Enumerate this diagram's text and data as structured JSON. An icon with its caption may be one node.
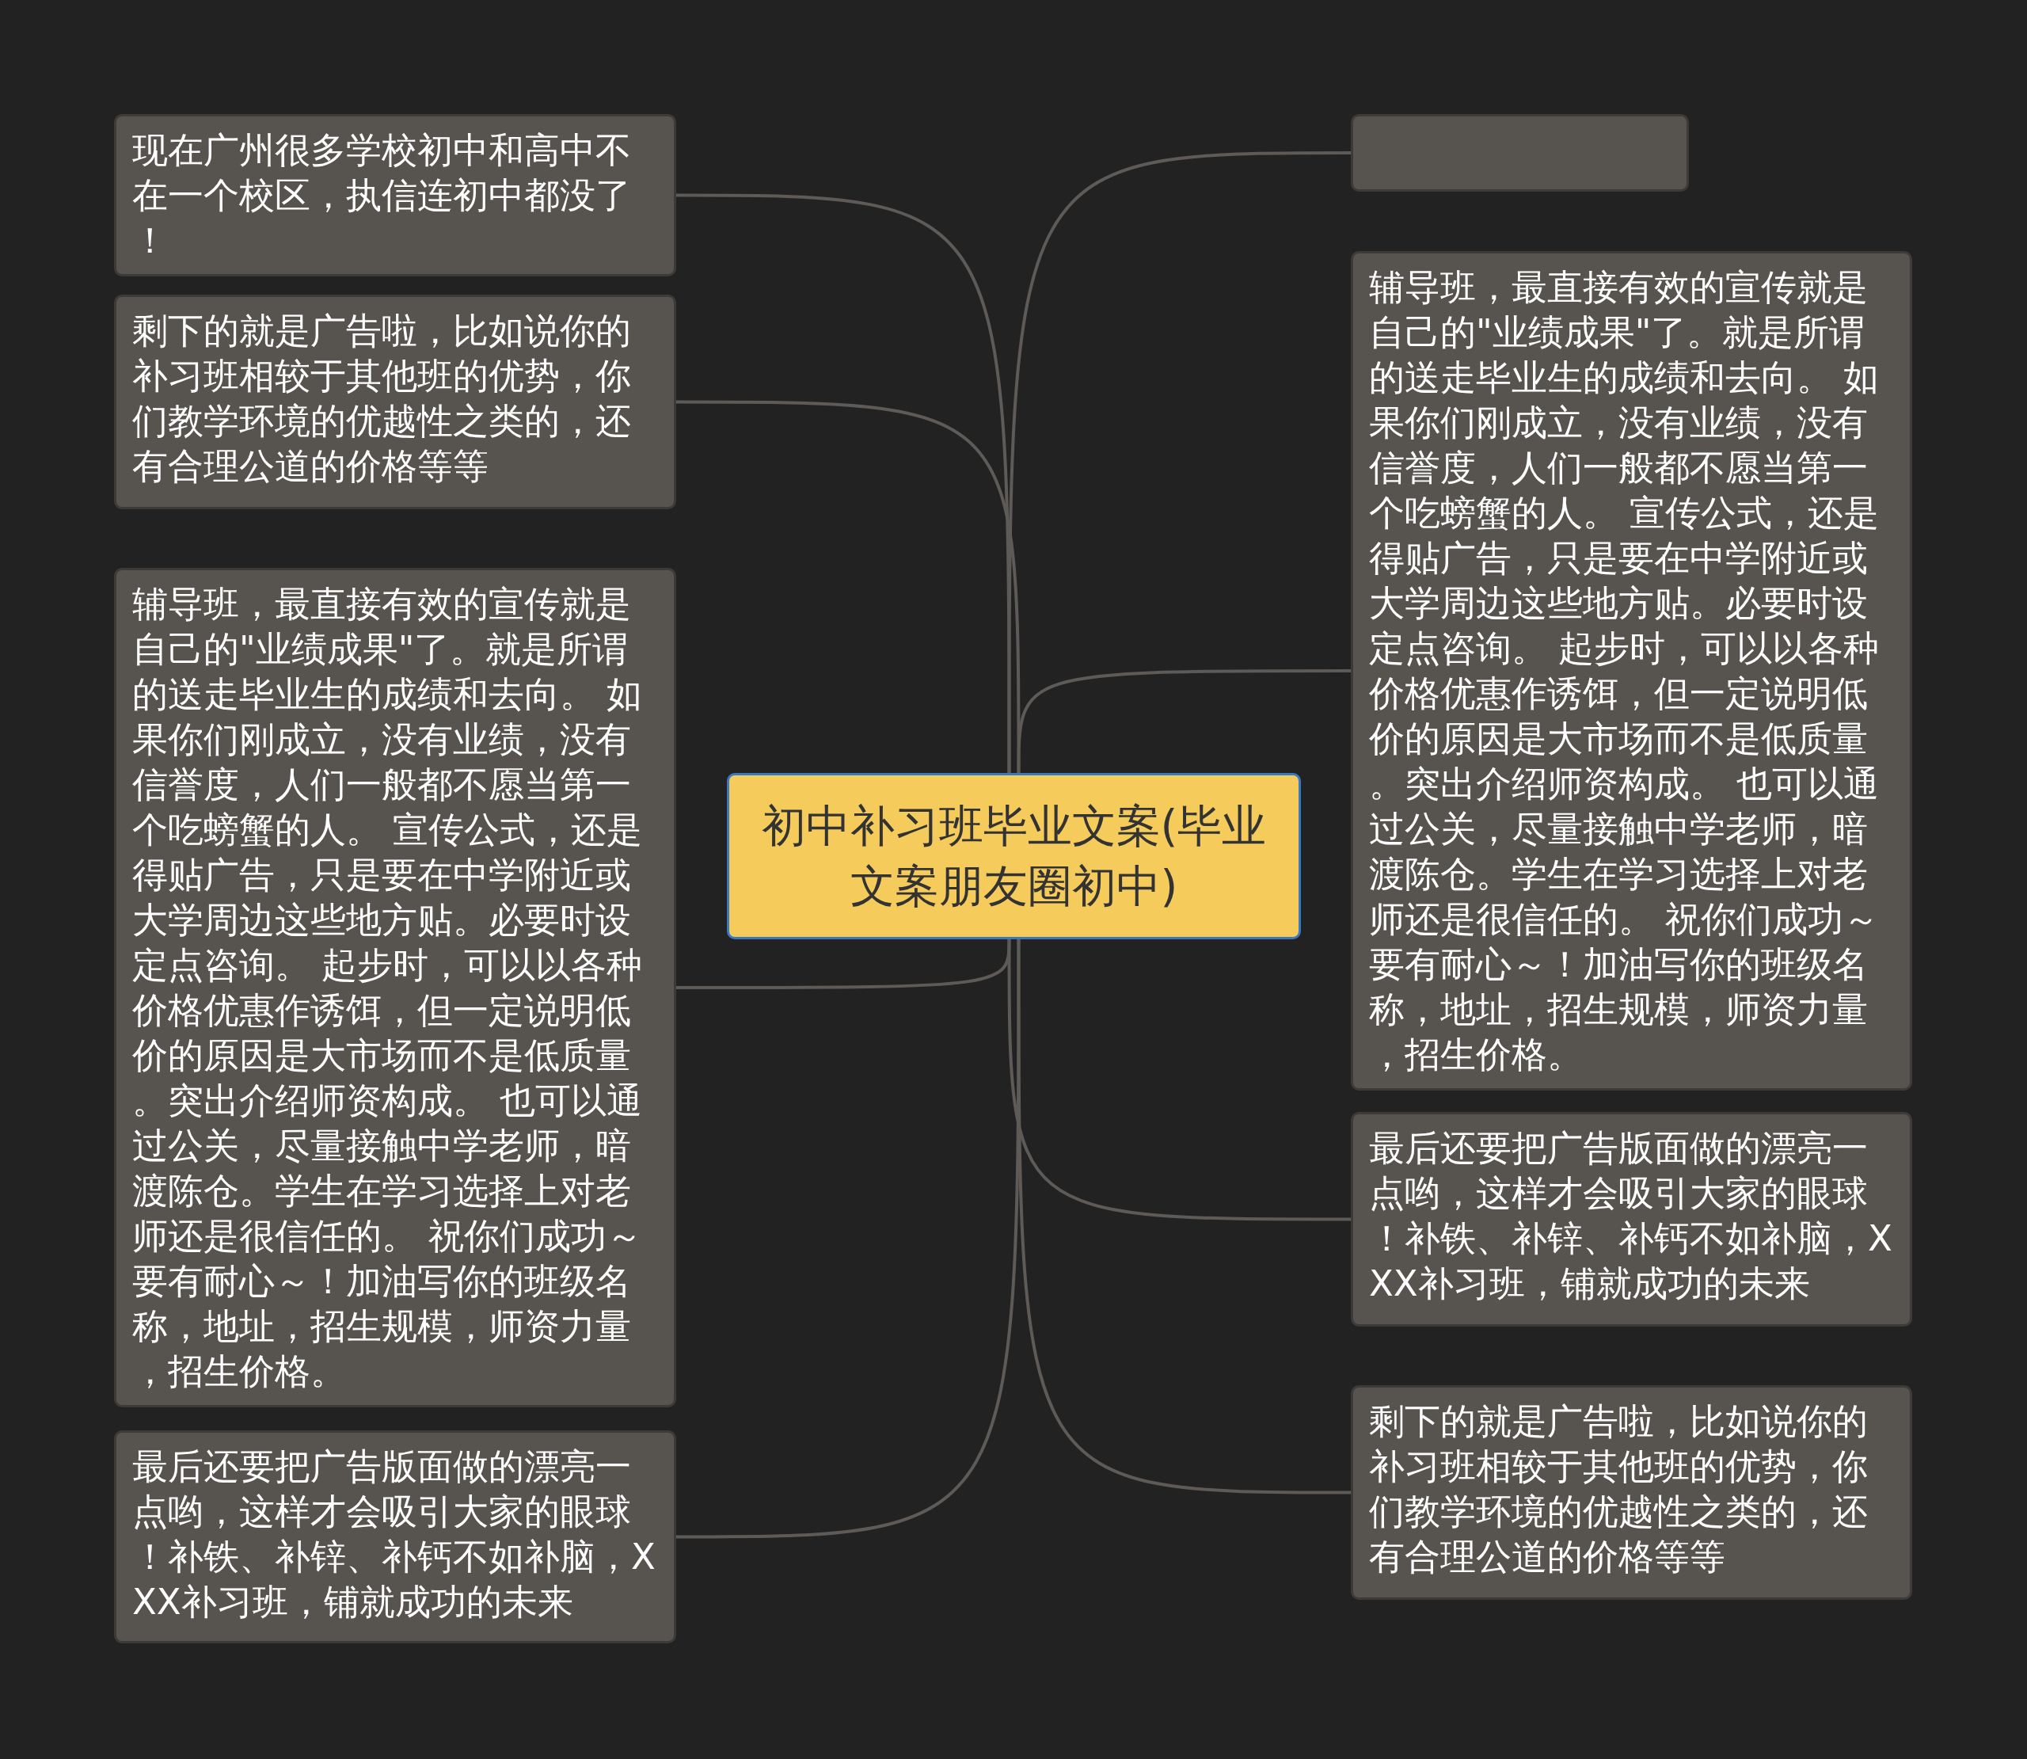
{
  "diagram": {
    "nodes": [
      {
        "text": [
          "初中补习班毕业文案(毕业文案朋友圈初中)"
        ]
      },
      {
        "text": [
          "现在广州很多学校初中和高中不在一个校区，执信连初中都没了！"
        ]
      },
      {
        "text": [
          "剩下的就是广告啦，比如说你的补习班相较于其他班的优势，你们教学环境的优越性之类的，还有合理公道的价格等等"
        ]
      },
      {
        "text": [
          "辅导班，最直接有效的宣传就是自己的\"业绩成果\"了。就是所谓的送走毕业生的成绩和去向。 如果你们刚成立，没有业绩，没有信誉度，人们一般都不愿当第一个吃螃蟹的人。 宣传公式，还是得贴广告，只是要在中学附近或大学周边这些地方贴。必要时设定点咨询。 起步时，可以以各种价格优惠作诱饵，但一定说明低价的原因是大市场而不是低质量。突出介绍师资构成。 也可以通过公关，尽量接触中学老师，暗渡陈仓。学生在学习选择上对老师还是很信任的。 祝你们成功～要有耐心～！加油写你的班级名称，地址，招生规模，师资力量，招生价格。"
        ]
      },
      {
        "text": [
          "最后还要把广告版面做的漂亮一点哟，这样才会吸引大家的眼球！补铁、补锌、补钙不如补脑，XXX补习班，铺就成功的未来"
        ]
      },
      {
        "text": [],
        "shape": "box"
      },
      {
        "text": [
          "辅导班，最直接有效的宣传就是自己的\"业绩成果\"了。就是所谓的送走毕业生的成绩和去向。 如果你们刚成立，没有业绩，没有信誉度，人们一般都不愿当第一个吃螃蟹的人。 宣传公式，还是得贴广告，只是要在中学附近或大学周边这些地方贴。必要时设定点咨询。 起步时，可以以各种价格优惠作诱饵，但一定说明低价的原因是大市场而不是低质量。突出介绍师资构成。 也可以通过公关，尽量接触中学老师，暗渡陈仓。学生在学习选择上对老师还是很信任的。 祝你们成功～要有耐心～！加油写你的班级名称，地址，招生规模，师资力量，招生价格。"
        ]
      },
      {
        "text": [
          "最后还要把广告版面做的漂亮一点哟，这样才会吸引大家的眼球！补铁、补锌、补钙不如补脑，XXX补习班，铺就成功的未来"
        ]
      },
      {
        "text": [
          "剩下的就是广告啦，比如说你的补习班相较于其他班的优势，你们教学环境的优越性之类的，还有合理公道的价格等等"
        ]
      }
    ],
    "edges": [
      {
        "from": 0,
        "to": 1,
        "arrow": "none"
      },
      {
        "from": 0,
        "to": 2,
        "arrow": "none"
      },
      {
        "from": 0,
        "to": 3,
        "arrow": "none"
      },
      {
        "from": 0,
        "to": 4,
        "arrow": "none"
      },
      {
        "from": 0,
        "to": 5,
        "arrow": "none"
      },
      {
        "from": 0,
        "to": 6,
        "arrow": "none"
      },
      {
        "from": 0,
        "to": 7,
        "arrow": "none"
      },
      {
        "from": 0,
        "to": 8,
        "arrow": "none"
      }
    ]
  }
}
